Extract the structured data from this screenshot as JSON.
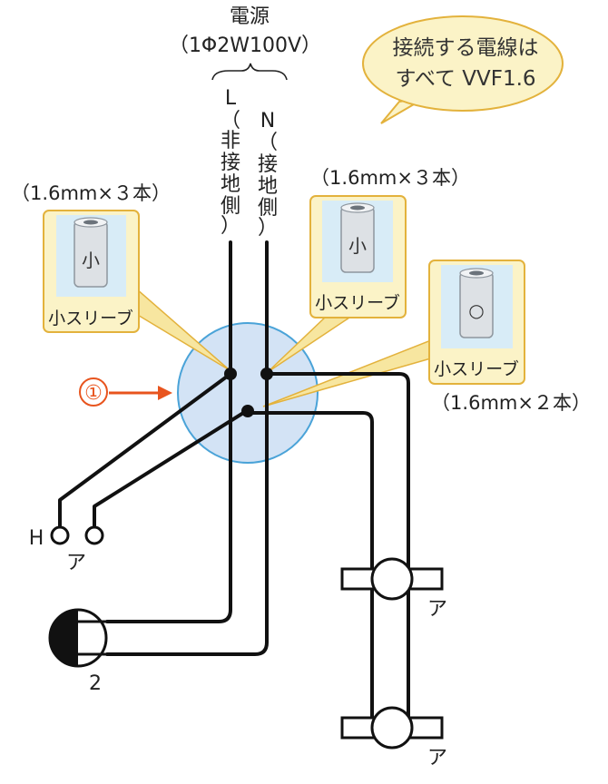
{
  "power_source": {
    "title": "電源",
    "spec": "（1Φ2W100V）"
  },
  "lines": {
    "L": "L",
    "L_note": [
      "（",
      "非",
      "接",
      "地",
      "側",
      "）"
    ],
    "N": "N",
    "N_note": [
      "（",
      "接",
      "地",
      "側",
      "）"
    ]
  },
  "bubble": {
    "line1": "接続する電線は",
    "line2": "すべて VVF1.6"
  },
  "sleeves": [
    {
      "id": "left",
      "wire_spec": "（1.6mm×３本）",
      "mark": "小",
      "caption": "小スリーブ"
    },
    {
      "id": "mid",
      "wire_spec": "（1.6mm×３本）",
      "mark": "小",
      "caption": "小スリーブ"
    },
    {
      "id": "right",
      "wire_spec": "（1.6mm×２本）",
      "mark": "○",
      "caption": "小スリーブ"
    }
  ],
  "junction_marker": "①",
  "switch": {
    "label_h": "H",
    "label_a": "ア"
  },
  "lamps": [
    {
      "label": "ア"
    },
    {
      "label": "ア"
    }
  ],
  "outlet": {
    "label": "2"
  },
  "colors": {
    "wire": "#111111",
    "box_fill": "#cfe0f3",
    "box_stroke": "#4aa3d8",
    "callout": "#f7e9a3",
    "callout_stroke": "#e3b23c",
    "marker": "#e8541e"
  }
}
